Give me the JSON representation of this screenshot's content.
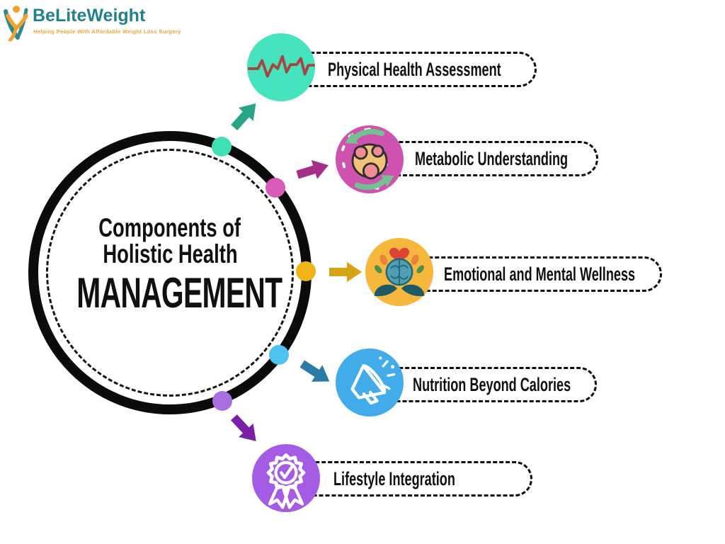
{
  "logo": {
    "brand": "BeLiteWeight",
    "tagline": "Helping People With Affordable Weight Loss Surgery",
    "brand_color": "#20818C",
    "accent_color": "#F5A12B"
  },
  "center": {
    "line1": "Components of",
    "line2": "Holistic Health",
    "line3": "MANAGEMENT",
    "ring_color": "#0B0B0B"
  },
  "branches": [
    {
      "label": "Physical Health Assessment",
      "icon": "heartbeat-icon",
      "circle_color": "#45E3BE",
      "dot_color": "#3FE0B5",
      "arrow_color": "#2AA487"
    },
    {
      "label": "Metabolic Understanding",
      "icon": "metabolism-icon",
      "circle_color": "#CE52AE",
      "dot_color": "#D95BB7",
      "arrow_color": "#A53088"
    },
    {
      "label": "Emotional and Mental Wellness",
      "icon": "brain-wellness-icon",
      "circle_color": "#F5B83D",
      "dot_color": "#F2B319",
      "arrow_color": "#D8A413"
    },
    {
      "label": "Nutrition Beyond Calories",
      "icon": "megaphone-icon",
      "circle_color": "#41ACE9",
      "dot_color": "#4EC3F0",
      "arrow_color": "#2A7CA8"
    },
    {
      "label": "Lifestyle Integration",
      "icon": "award-badge-icon",
      "circle_color": "#A55CE4",
      "dot_color": "#AA6EE0",
      "arrow_color": "#7B1FA6"
    }
  ]
}
